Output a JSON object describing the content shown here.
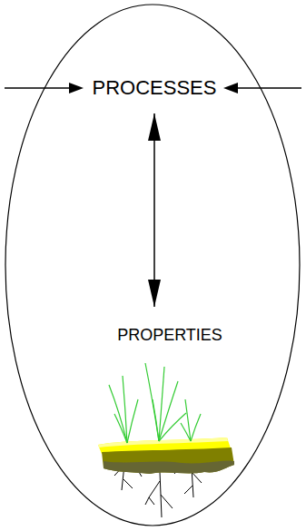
{
  "diagram": {
    "nodes": [
      {
        "text": [
          "PROCESSES"
        ]
      },
      {
        "text": [
          "PROPERTIES"
        ]
      }
    ],
    "edges": [
      {
        "from": 0,
        "to": 1,
        "arrow": "both"
      }
    ]
  }
}
